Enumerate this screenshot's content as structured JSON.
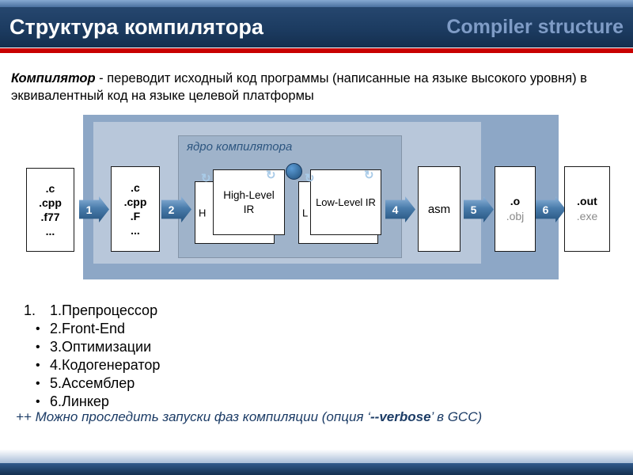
{
  "header": {
    "title": "Структура компилятора",
    "subtitle": "Compiler structure"
  },
  "intro": {
    "term": "Компилятор",
    "rest": " - переводит исходный код программы (написанные на языке высокого уровня) в эквивалентный код на языке целевой платформы"
  },
  "diagram": {
    "core_label": "ядро компилятора",
    "boxes": {
      "source": {
        "lines": [
          ".c",
          ".cpp",
          ".f77",
          "..."
        ]
      },
      "preprocessed": {
        "lines": [
          ".c",
          ".cpp",
          ".F",
          "..."
        ]
      },
      "asm": {
        "label": "asm"
      },
      "object": {
        "primary": ".o",
        "secondary": ".obj"
      },
      "output": {
        "primary": ".out",
        "secondary": ".exe"
      }
    },
    "stacks": {
      "high_level": {
        "back_letter": "H",
        "front_line1": "High-Level",
        "front_line2": "IR"
      },
      "low_level": {
        "back_letter": "L",
        "front_label": "Low-Level IR"
      }
    },
    "arrows": [
      {
        "label": "1"
      },
      {
        "label": "2"
      },
      {
        "label": "4"
      },
      {
        "label": "5"
      },
      {
        "label": "6"
      }
    ],
    "loop_icon": "↻",
    "colors": {
      "header_bg": "#1b3a5f",
      "accent_red": "#c80000",
      "subtitle_blue": "#7f9cc6",
      "outer_panel": "#8da7c6",
      "inner_panel": "#b8c7da",
      "core_panel": "#9fb3ca",
      "arrow_blue": "#24537f",
      "dot_blue": "#2e74b5",
      "footnote_blue": "#1c3c66"
    }
  },
  "list": {
    "items": [
      {
        "marker": "1.",
        "text": "1.Препроцессор"
      },
      {
        "marker": "•",
        "text": "2.Front-End"
      },
      {
        "marker": "•",
        "text": "3.Оптимизации"
      },
      {
        "marker": "•",
        "text": "4.Кодогенератор"
      },
      {
        "marker": "•",
        "text": "5.Ассемблер"
      },
      {
        "marker": "•",
        "text": "6.Линкер"
      }
    ],
    "footnote": {
      "prefix": "++ ",
      "before": "Можно проследить запуски фаз компиляции (опция ‘",
      "verbose": "--verbose",
      "after": "’ в GCC)"
    }
  }
}
